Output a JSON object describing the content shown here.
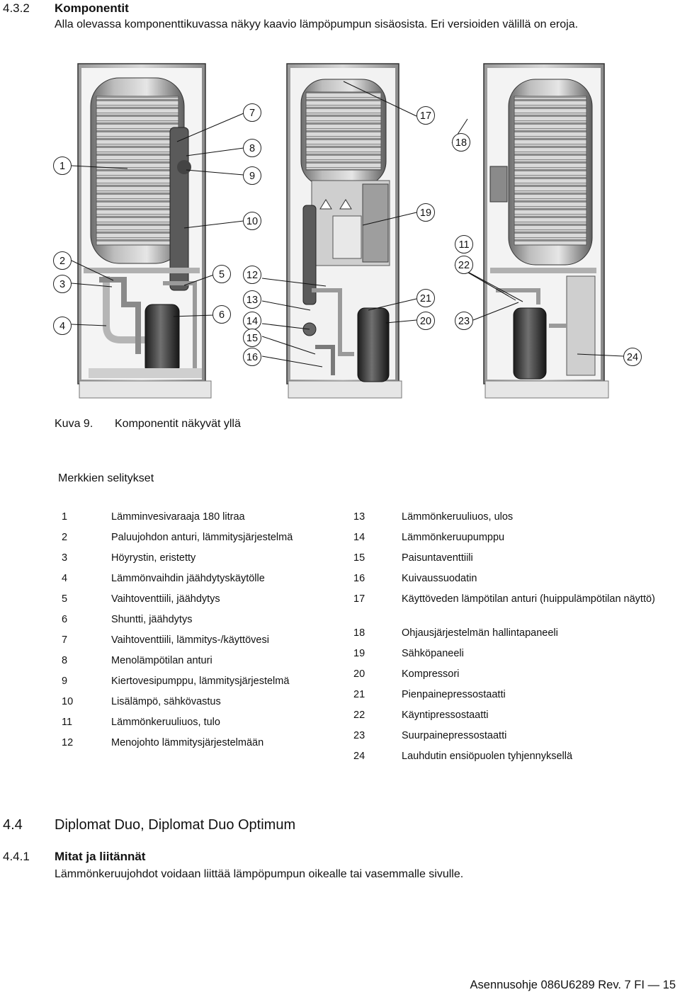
{
  "header": {
    "section_number": "4.3.2",
    "section_title": "Komponentit",
    "intro": "Alla olevassa komponenttikuvassa näkyy kaavio lämpöpumpun sisäosista. Eri versioiden välillä on eroja."
  },
  "figure": {
    "callouts": [
      "1",
      "2",
      "3",
      "4",
      "5",
      "6",
      "7",
      "8",
      "9",
      "10",
      "12",
      "13",
      "14",
      "15",
      "16",
      "17",
      "18",
      "19",
      "11",
      "22",
      "21",
      "20",
      "23",
      "24"
    ],
    "caption_label": "Kuva 9.",
    "caption_text": "Komponentit näkyvät yllä"
  },
  "legend": {
    "title": "Merkkien selitykset",
    "left": [
      {
        "num": "1",
        "label": "Lämminvesivaraaja 180 litraa"
      },
      {
        "num": "2",
        "label": "Paluujohdon anturi, lämmitysjärjestelmä"
      },
      {
        "num": "3",
        "label": "Höyrystin, eristetty"
      },
      {
        "num": "4",
        "label": "Lämmönvaihdin jäähdytyskäytölle"
      },
      {
        "num": "5",
        "label": "Vaihtoventtiili, jäähdytys"
      },
      {
        "num": "6",
        "label": "Shuntti, jäähdytys"
      },
      {
        "num": "7",
        "label": "Vaihtoventtiili, lämmitys-/käyttövesi"
      },
      {
        "num": "8",
        "label": "Menolämpötilan anturi"
      },
      {
        "num": "9",
        "label": "Kiertovesipumppu, lämmitysjärjestelmä"
      },
      {
        "num": "10",
        "label": "Lisälämpö, sähkövastus"
      },
      {
        "num": "11",
        "label": "Lämmönkeruuliuos, tulo"
      },
      {
        "num": "12",
        "label": "Menojohto lämmitysjärjestelmään"
      }
    ],
    "right": [
      {
        "num": "13",
        "label": "Lämmönkeruuliuos, ulos"
      },
      {
        "num": "14",
        "label": "Lämmönkeruupumppu"
      },
      {
        "num": "15",
        "label": "Paisuntaventtiili"
      },
      {
        "num": "16",
        "label": "Kuivaussuodatin"
      },
      {
        "num": "17",
        "label": "Käyttöveden lämpötilan anturi (huippulämpötilan näyttö)"
      },
      {
        "num": "18",
        "label": "Ohjausjärjestelmän hallintapaneeli"
      },
      {
        "num": "19",
        "label": "Sähköpaneeli"
      },
      {
        "num": "20",
        "label": "Kompressori"
      },
      {
        "num": "21",
        "label": "Pienpainepressostaatti"
      },
      {
        "num": "22",
        "label": "Käyntipressostaatti"
      },
      {
        "num": "23",
        "label": "Suurpainepressostaatti"
      },
      {
        "num": "24",
        "label": "Lauhdutin ensiöpuolen tyhjennyksellä"
      }
    ]
  },
  "section_44": {
    "number": "4.4",
    "title": "Diplomat Duo, Diplomat Duo Optimum"
  },
  "section_441": {
    "number": "4.4.1",
    "title": "Mitat ja liitännät",
    "text": "Lämmönkeruujohdot voidaan liittää lämpöpumpun oikealle tai vasemmalle sivulle."
  },
  "footer": {
    "text": "Asennusohje 086U6289 Rev. 7 FI — 15"
  }
}
